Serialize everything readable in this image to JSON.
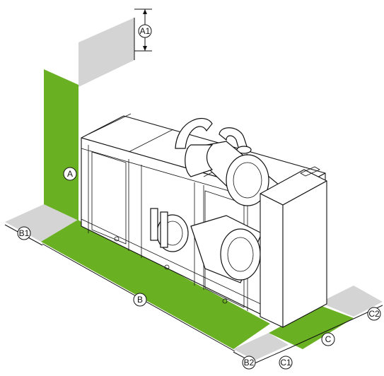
{
  "colors": {
    "clearance_required": "#6ab023",
    "clearance_service": "#d4d4d4",
    "lines": "#111111",
    "background": "#ffffff"
  },
  "labels": {
    "A": "A",
    "A1": "A1",
    "B": "B",
    "B1": "B1",
    "B2": "B2",
    "C": "C",
    "C1": "C1",
    "C2": "C2"
  }
}
